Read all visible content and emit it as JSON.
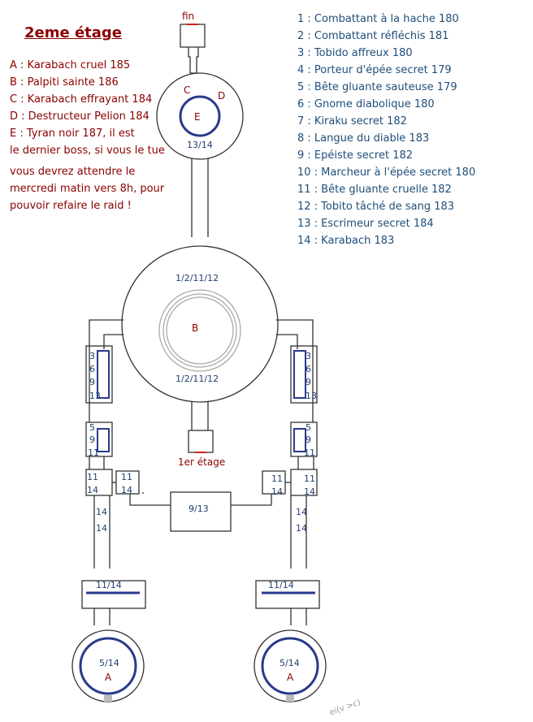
{
  "title": "2eme étage",
  "bosses": [
    "A : Karabach cruel 185",
    "B : Palpiti sainte 186",
    "C : Karabach effrayant 184",
    "D : Destructeur Pelion 184",
    "E : Tyran noir 187, il est",
    "le dernier boss, si vous le tue",
    "vous devrez attendre le",
    "mercredi matin vers 8h, pour",
    "pouvoir refaire le raid !"
  ],
  "mobs": [
    "1 : Combattant à la hache 180",
    "2 : Combattant réfléchis 181",
    "3 : Tobido affreux 180",
    "4 : Porteur d'épée secret 179",
    "5 : Bête gluante sauteuse 179",
    "6 : Gnome diabolique 180",
    "7 : Kiraku secret 182",
    "8 : Langue du diable 183",
    "9 : Epéiste secret 182",
    "10 : Marcheur à l'épée secret 180",
    "11 : Bête gluante cruelle 182",
    "12 : Tobito tâché de sang 183",
    "13 : Escrimeur secret 184",
    "14 : Karabach 183"
  ],
  "labels": {
    "fin": "fin",
    "first_floor": "1er étage",
    "room_c": "C",
    "room_d": "D",
    "room_e": "E",
    "top_1314": "13/14",
    "big_top": "1/2/11/12",
    "big_b": "B",
    "big_bottom": "1/2/11/12",
    "center_913": "9/13",
    "left_col": [
      "3",
      "6",
      "9",
      "13"
    ],
    "right_col": [
      "3",
      "6",
      "9",
      "13"
    ],
    "left_mid": [
      "5",
      "9",
      "11"
    ],
    "right_mid": [
      "5",
      "9",
      "11"
    ],
    "left_a": [
      "11",
      "14"
    ],
    "left_b": [
      "11",
      "14"
    ],
    "right_a": [
      "11",
      "14"
    ],
    "right_b": [
      "11",
      "14"
    ],
    "left_14a": "14",
    "left_14b": "14",
    "right_14a": "14",
    "right_14b": "14",
    "left_1114": "11/14",
    "right_1114": "11/14",
    "left_514": "5/14",
    "right_514": "5/14",
    "left_a_room": "A",
    "right_a_room": "A",
    "signature": "ei(v >c)"
  },
  "colors": {
    "wall": "#333333",
    "wall_inner": "#2a3a8a",
    "boss_text": "#8b0000",
    "mob_text": "#1f4e79",
    "room_label": "#1f3f6f",
    "marker": "#cc2222"
  }
}
